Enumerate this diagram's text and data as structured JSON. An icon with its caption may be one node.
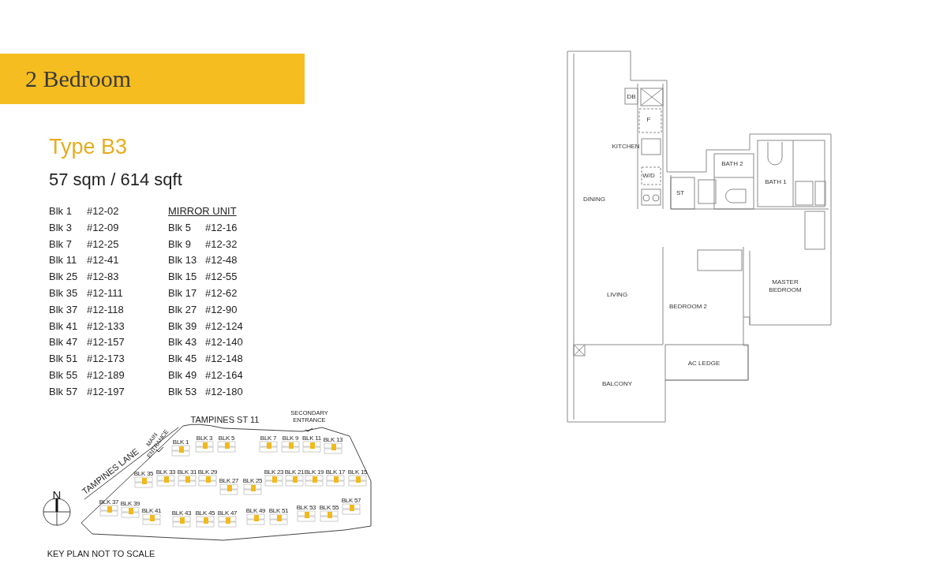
{
  "diagram": {
    "title": "2 Bedroom",
    "labels": [
      "Type B3",
      "57 sqm / 614 sqft",
      "Blk 1",
      "#12-02",
      "MIRROR UNIT",
      "Blk 3",
      "#12-09",
      "Blk 5",
      "#12-16",
      "Blk 7",
      "#12-25",
      "Blk 9",
      "#12-32",
      "Blk 11",
      "#12-41",
      "Blk 13",
      "#12-48",
      "Blk 25",
      "#12-83",
      "Blk 15",
      "#12-55",
      "Blk 35",
      "#12-111",
      "Blk 17",
      "#12-62",
      "Blk 37",
      "#12-118",
      "Blk 27",
      "#12-90",
      "Blk 41",
      "#12-133",
      "Blk 39",
      "#12-124",
      "Blk 47",
      "#12-157",
      "Blk 43",
      "#12-140",
      "Blk 51",
      "#12-173",
      "Blk 45",
      "#12-148",
      "Blk 55",
      "#12-189",
      "Blk 49",
      "#12-164",
      "Blk 57",
      "#12-197",
      "Blk 53",
      "#12-180",
      "DB",
      "F",
      "KITCHEN",
      "W/D",
      "DINING",
      "ST",
      "BATH 2",
      "BATH 1",
      "LIVING",
      "BEDROOM 2",
      "MASTER BEDROOM",
      "AC LEDGE",
      "BALCONY",
      "TAMPINES ST 11",
      "SECONDARY ENTRANCE",
      "MAIN ENTRANCE",
      "TAMPINES LANE",
      "BLK 1",
      "BLK 3",
      "BLK 5",
      "BLK 7",
      "BLK 9",
      "BLK 11",
      "BLK 13",
      "BLK 35",
      "BLK 33",
      "BLK 31",
      "BLK 29",
      "BLK 27",
      "BLK 25",
      "BLK 23",
      "BLK 21",
      "BLK 19",
      "BLK 17",
      "BLK 15",
      "BLK 37",
      "BLK 39",
      "BLK 41",
      "BLK 43",
      "BLK 45",
      "BLK 47",
      "BLK 49",
      "BLK 51",
      "BLK 53",
      "BLK 55",
      "BLK 57",
      "N",
      "KEY PLAN NOT TO SCALE"
    ]
  }
}
